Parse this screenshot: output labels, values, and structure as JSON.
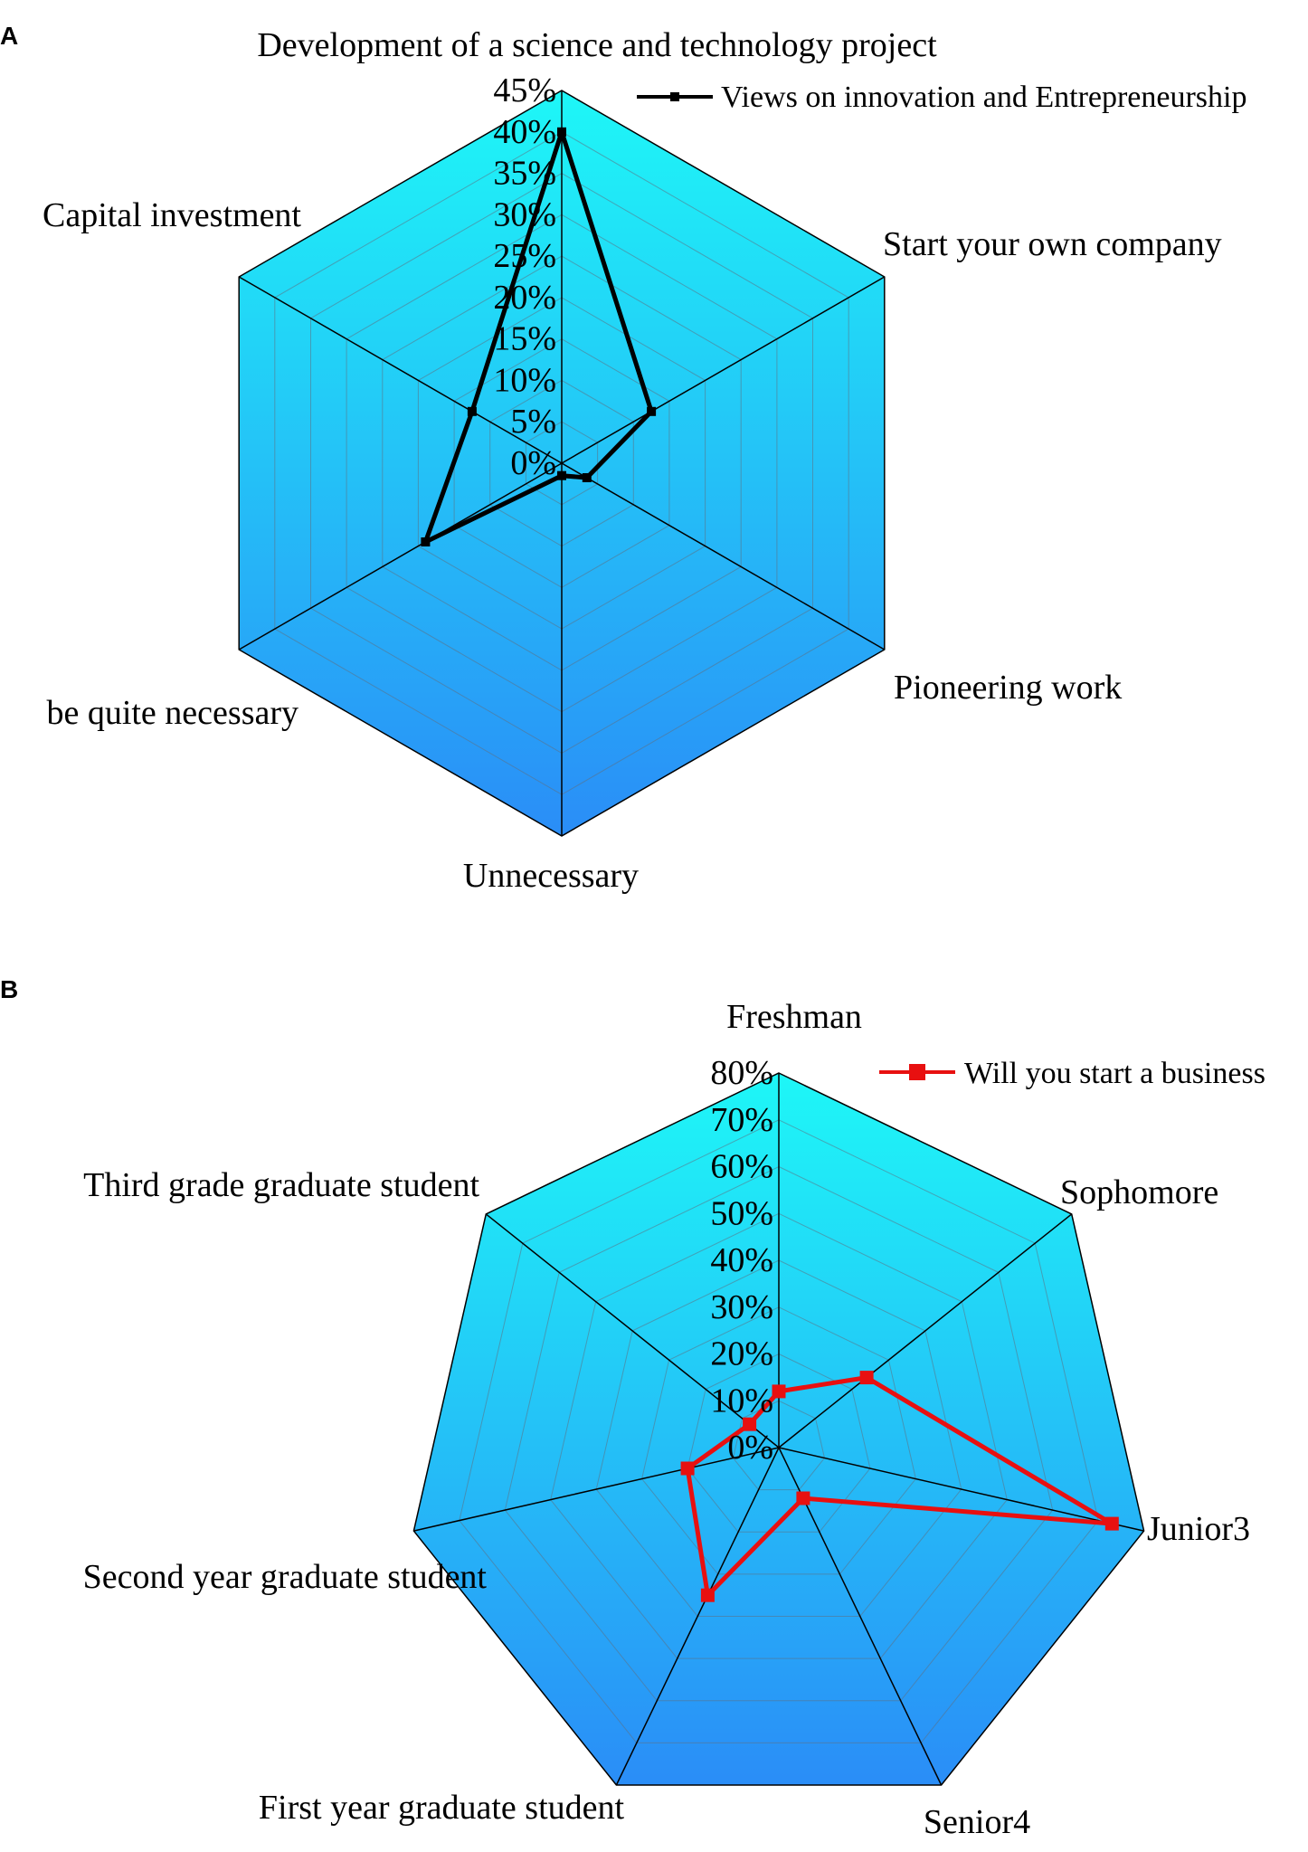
{
  "chart_data": [
    {
      "type": "radar",
      "panel_label": "A",
      "categories": [
        "Development of a science and technology project",
        "Start your own company",
        "Pioneering work",
        "Unnecessary",
        "be quite necessary",
        "Capital investment"
      ],
      "series": [
        {
          "name": "Views on innovation and Entrepreneurship",
          "values": [
            40,
            12.5,
            3.5,
            1.5,
            19,
            12.5
          ],
          "color": "#000000"
        }
      ],
      "rlim": [
        0,
        45
      ],
      "ticks": [
        "0%",
        "5%",
        "10%",
        "15%",
        "20%",
        "25%",
        "30%",
        "35%",
        "40%",
        "45%"
      ],
      "grid": true,
      "legend_position": "top-right",
      "fill_gradient": [
        "#1ef7f7",
        "#2a8df7"
      ]
    },
    {
      "type": "radar",
      "panel_label": "B",
      "categories": [
        "Freshman",
        "Sophomore",
        "Junior3",
        "Senior4",
        "First year graduate student",
        "Second year graduate student",
        "Third grade graduate student"
      ],
      "series": [
        {
          "name": "Will you start a business",
          "values": [
            12,
            24,
            73,
            12,
            35,
            20,
            8
          ],
          "color": "#e81010"
        }
      ],
      "rlim": [
        0,
        80
      ],
      "ticks": [
        "0%",
        "10%",
        "20%",
        "30%",
        "40%",
        "50%",
        "60%",
        "70%",
        "80%"
      ],
      "grid": true,
      "legend_position": "top-right",
      "fill_gradient": [
        "#1ef7f7",
        "#2a8df7"
      ]
    }
  ]
}
